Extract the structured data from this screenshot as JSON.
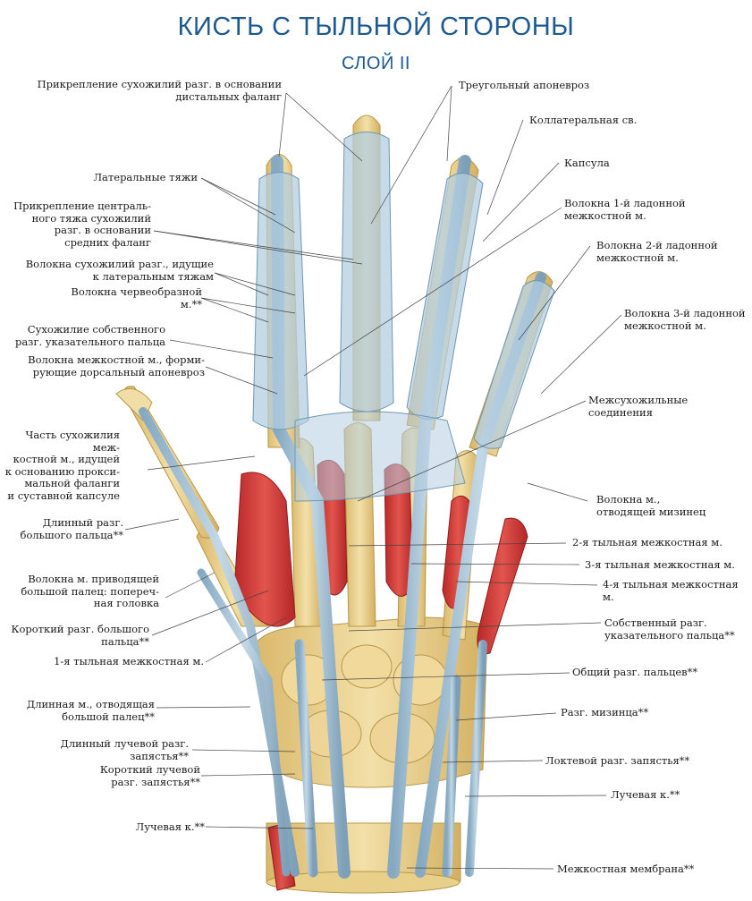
{
  "title": "КИСТЬ С ТЫЛЬНОЙ СТОРОНЫ",
  "subtitle": "СЛОЙ II",
  "colors": {
    "title": "#1d5a93",
    "tendon": "#a9c6d8",
    "tendon_dark": "#6f97b3",
    "bone": "#ecd493",
    "muscle": "#d5393a",
    "leader": "#444444"
  },
  "labels_left": [
    "Прикрепление сухожилий разг. в основании\nдистальных фаланг",
    "Латеральные тяжи",
    "Прикрепление централь-\nного тяжа сухожилий\nразг. в основании\nсредних фаланг",
    "Волокна сухожилий разг., идущие\nк латеральным тяжам",
    "Волокна червеобразной\nм.**",
    "Сухожилие собственного\nразг. указательного пальца",
    "Волокна межкостной м., форми-\nрующие дорсальный апоневроз",
    "Часть сухожилия меж-\nкостной м., идущей\nк основанию прокси-\nмальной фаланги\nи суставной капсуле",
    "Длинный разг.\nбольшого пальца**",
    "Волокна м. приводящей\nбольшой палец: попереч-\nная головка",
    "Короткий разг. большого\nпальца**",
    "1-я тыльная межкостная м.",
    "Длинная м., отводящая\nбольшой палец**",
    "Длинный лучевой разг.\nзапястья**",
    "Короткий лучевой\nразг. запястья**",
    "Лучевая к.**"
  ],
  "labels_right": [
    "Треугольный апоневроз",
    "Коллатеральная св.",
    "Капсула",
    "Волокна 1-й ладонной\nмежкостной м.",
    "Волокна 2-й ладонной\nмежкостной м.",
    "Волокна 3-й ладонной\nмежкостной м.",
    "Межсухожильные\nсоединения",
    "Волокна м.,\nотводящей мизинец",
    "2-я тыльная межкостная м.",
    "3-я тыльная межкостная м.",
    "4-я тыльная межкостная м.",
    "Собственный разг.\nуказательного пальца**",
    "Общий разг. пальцев**",
    "Разг. мизинца**",
    "Локтевой разг. запястья**",
    "Лучевая к.**",
    "Межкостная мембрана**"
  ]
}
